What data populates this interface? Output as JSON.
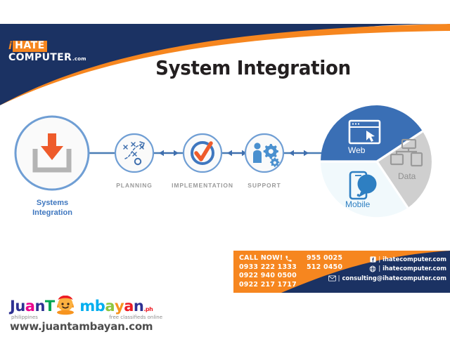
{
  "brand": {
    "i": "i",
    "hate": "HATE",
    "computer": "COMPUTER",
    "tld": ".com"
  },
  "header": {
    "title": "System Integration",
    "navy": "#1b3263",
    "orange": "#f6861f"
  },
  "flow": {
    "main_node": {
      "label_line1": "Systems",
      "label_line2": "Integration",
      "icon": "download-inbox-icon",
      "label_color": "#3f77bf"
    },
    "steps": [
      {
        "label": "PLANNING",
        "icon": "strategy-playbook-icon"
      },
      {
        "label": "IMPLEMENTATION",
        "icon": "check-circle-icon"
      },
      {
        "label": "SUPPORT",
        "icon": "person-gears-icon"
      }
    ],
    "connector_icon": "double-arrow-icon",
    "accent_blue": "#6f9ed4",
    "accent_orange": "#ee5b2b"
  },
  "pie": {
    "type": "pie",
    "slices": [
      {
        "label": "Web",
        "icon": "browser-window-cursor-icon",
        "fill": "#3a6fb5",
        "text_color": "#ffffff"
      },
      {
        "label": "Data",
        "icon": "network-nodes-icon",
        "fill": "#cfcfcf",
        "text_color": "#8f8f8f"
      },
      {
        "label": "Mobile",
        "icon": "smartphone-chat-icon",
        "fill": "#f1f9fc",
        "text_color": "#2e7fc2"
      }
    ]
  },
  "contact": {
    "call_now": "CALL NOW!",
    "phone_icon": "phone-icon",
    "phones_left": [
      "0933 222 1333",
      "0922 940 0500",
      "0922 217 1717"
    ],
    "phones_right": [
      "955 0025",
      "512 0450"
    ],
    "links": [
      {
        "icon": "facebook-icon",
        "text": "ihatecomputer.com"
      },
      {
        "icon": "globe-icon",
        "text": "ihatecomputer.com"
      },
      {
        "icon": "envelope-icon",
        "text": "consulting@ihatecomputer.com"
      }
    ],
    "orange": "#f6861f",
    "navy": "#1b3263"
  },
  "footer": {
    "wordmark": [
      {
        "text": "J",
        "color": "#2e3192"
      },
      {
        "text": "u",
        "color": "#2e3192"
      },
      {
        "text": "a",
        "color": "#ec008c"
      },
      {
        "text": "n",
        "color": "#2e3192"
      },
      {
        "text": "T",
        "color": "#00a651"
      },
      {
        "text": "a",
        "color": "#f7941e"
      },
      {
        "text": "m",
        "color": "#00aeef"
      },
      {
        "text": "b",
        "color": "#00aeef"
      },
      {
        "text": "a",
        "color": "#8dc63f"
      },
      {
        "text": "y",
        "color": "#f7941e"
      },
      {
        "text": "a",
        "color": "#ed1c24"
      },
      {
        "text": "n",
        "color": "#2e3192"
      }
    ],
    "tld": ".ph",
    "sub_left": "philippines",
    "sub_right": "free classifieds online",
    "url": "www.juantambayan.com",
    "mascot": "mascot-face-icon"
  }
}
